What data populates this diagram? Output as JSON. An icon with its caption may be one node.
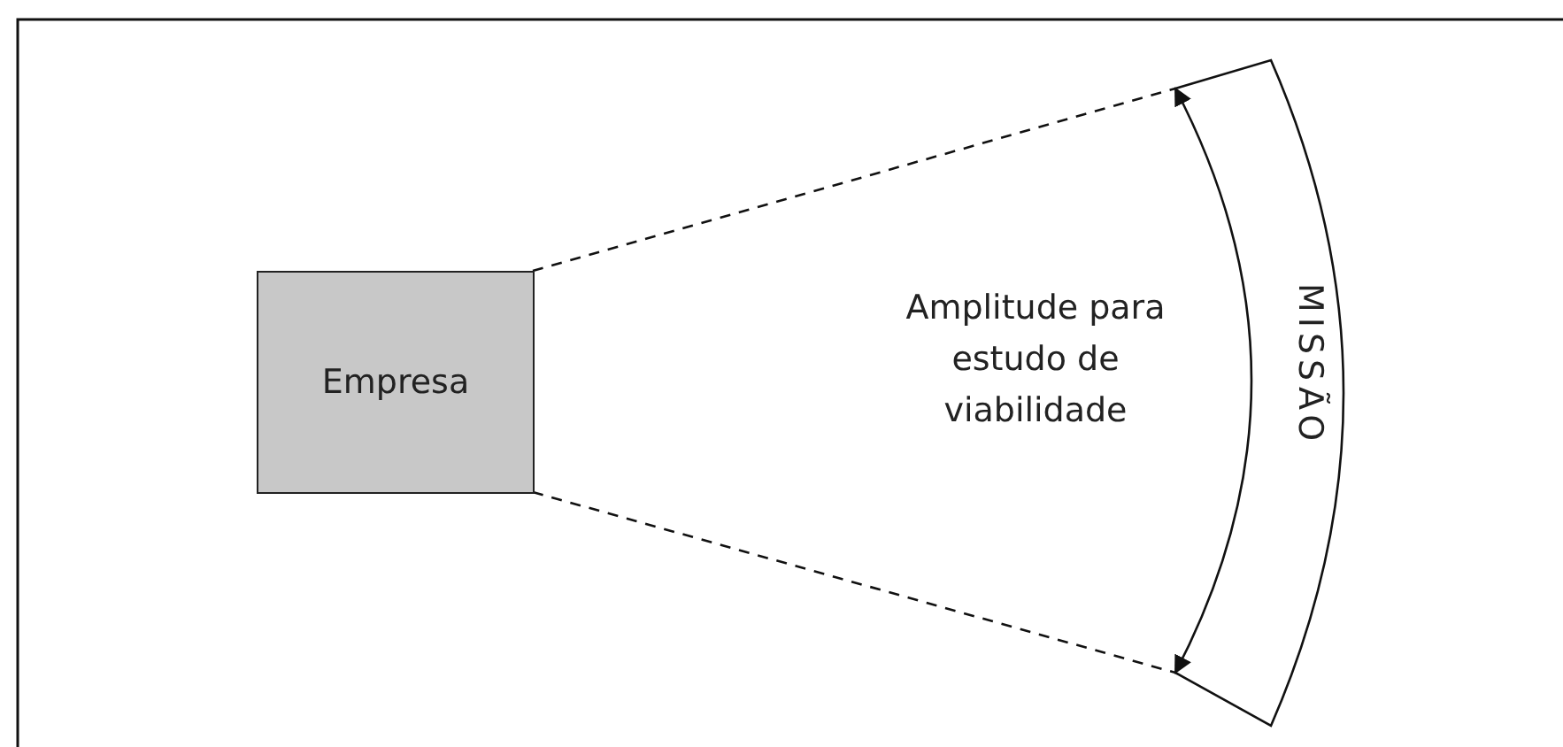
{
  "diagram": {
    "nodes": [
      {
        "text": [
          "Empresa"
        ]
      },
      {
        "text": [
          "MISSÃO"
        ]
      }
    ],
    "edges": [
      {
        "from": 0,
        "to": 1,
        "arrow": "none",
        "style": "dashed"
      },
      {
        "from": 0,
        "to": 1,
        "arrow": "none",
        "style": "dashed"
      }
    ],
    "labels": [
      "Amplitude para estudo de viabilidade"
    ]
  }
}
